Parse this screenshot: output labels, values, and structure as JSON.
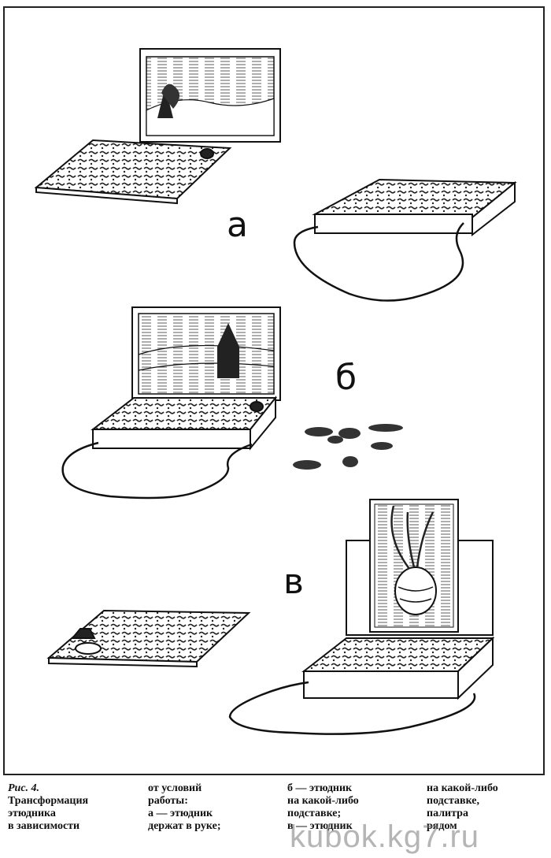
{
  "figure": {
    "labels": {
      "a": "а",
      "b": "б",
      "v": "в"
    }
  },
  "caption": {
    "fig_no": "Рис. 4.",
    "col1": [
      "Трансформация",
      "этюдника",
      "в зависимости"
    ],
    "col2": [
      "от условий",
      "работы:",
      "а — этюдник",
      "держат в руке;"
    ],
    "col3": [
      "б — этюдник",
      "на какой-либо",
      "подставке;",
      "в — этюдник"
    ],
    "col4": [
      "на какой-либо",
      "подставке,",
      "палитра",
      "рядом"
    ]
  },
  "watermark": "kubok.kg7.ru"
}
